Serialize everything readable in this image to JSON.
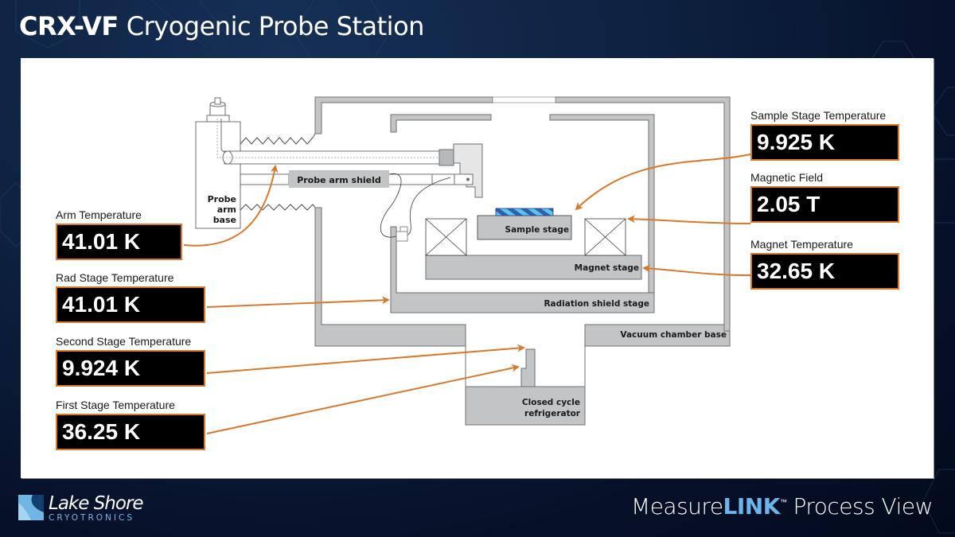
{
  "header": {
    "model": "CRX-VF",
    "title": "Cryogenic Probe Station"
  },
  "diagram": {
    "labels": {
      "probe_arm_base": [
        "Probe",
        "arm",
        "base"
      ],
      "probe_arm_shield": "Probe arm shield",
      "sample_stage": "Sample stage",
      "magnet_stage": "Magnet stage",
      "radiation_shield_stage": "Radiation shield stage",
      "vacuum_chamber_base": "Vacuum chamber base",
      "closed_cycle_refrigerator": [
        "Closed cycle",
        "refrigerator"
      ]
    },
    "colors": {
      "wall_fill": "#c3c4c6",
      "wall_stroke": "#6e6f71",
      "arrow": "#d9782a",
      "sample_blue_dark": "#2f5fae",
      "sample_blue_light": "#5cc4ef"
    }
  },
  "readouts": {
    "arm_temperature": {
      "label": "Arm Temperature",
      "value": "41.01 K"
    },
    "rad_stage_temperature": {
      "label": "Rad Stage Temperature",
      "value": "41.01 K"
    },
    "second_stage_temperature": {
      "label": "Second Stage Temperature",
      "value": "9.924 K"
    },
    "first_stage_temperature": {
      "label": "First Stage Temperature",
      "value": "36.25 K"
    },
    "sample_stage_temperature": {
      "label": "Sample Stage Temperature",
      "value": "9.925 K"
    },
    "magnetic_field": {
      "label": "Magnetic Field",
      "value": "2.05 T"
    },
    "magnet_temperature": {
      "label": "Magnet Temperature",
      "value": "32.65 K"
    }
  },
  "footer": {
    "company": "Lake Shore",
    "company_sub": "CRYOTRONICS",
    "product_prefix": "Measure",
    "product_link": "LINK",
    "product_tm": "™",
    "product_suffix": "Process View"
  }
}
